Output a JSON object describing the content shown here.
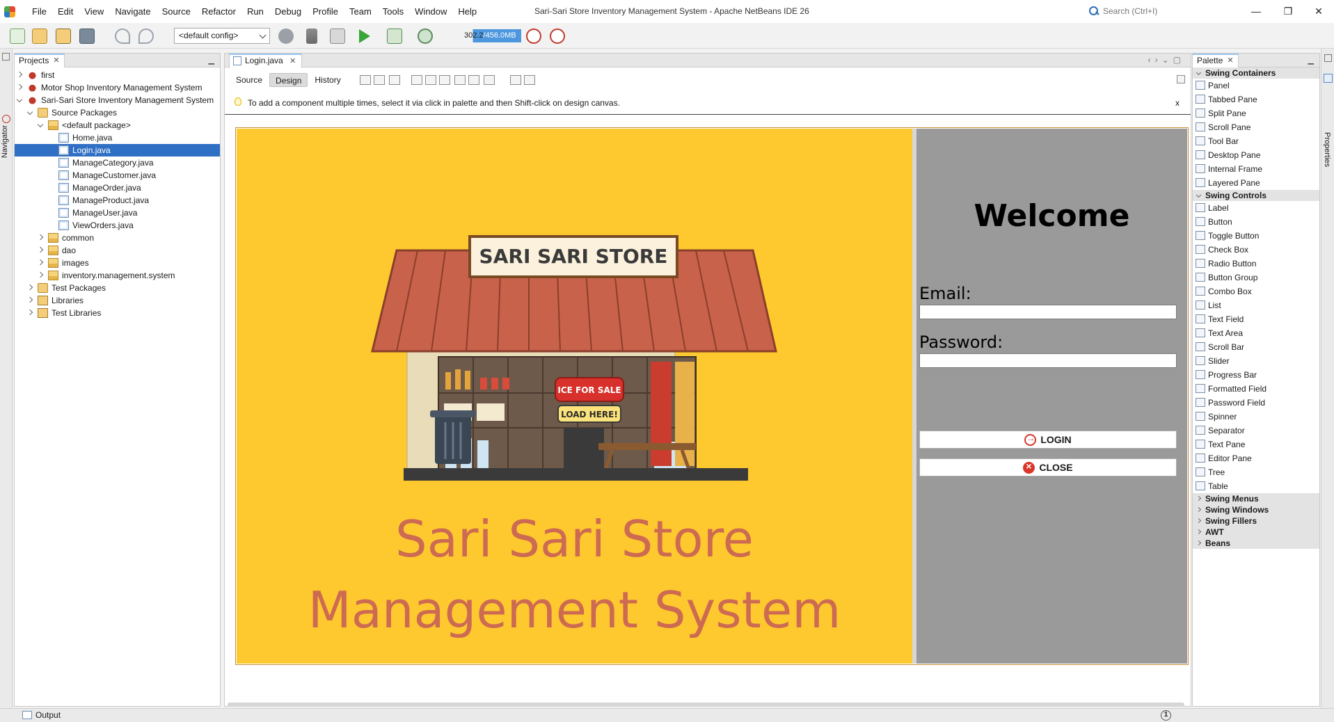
{
  "window": {
    "title": "Sari-Sari Store Inventory Management System - Apache NetBeans IDE 26",
    "search_placeholder": "Search (Ctrl+I)",
    "controls": [
      "—",
      "❐",
      "✕"
    ]
  },
  "menu": [
    "File",
    "Edit",
    "View",
    "Navigate",
    "Source",
    "Refactor",
    "Run",
    "Debug",
    "Profile",
    "Team",
    "Tools",
    "Window",
    "Help"
  ],
  "toolbar": {
    "config": "<default config>",
    "memory_used": "302.2",
    "memory_total": "/456.0MB"
  },
  "side_tabs": {
    "navigator": "Navigator",
    "properties": "Properties"
  },
  "projects": {
    "tab_label": "Projects",
    "tree": [
      {
        "label": "first",
        "level": 0,
        "icon": "project-icon",
        "expand": "closed"
      },
      {
        "label": "Motor Shop Inventory Management System",
        "level": 0,
        "icon": "project-icon",
        "expand": "closed"
      },
      {
        "label": "Sari-Sari Store Inventory Management System",
        "level": 0,
        "icon": "project-icon",
        "expand": "open"
      },
      {
        "label": "Source Packages",
        "level": 1,
        "icon": "source-packages-icon",
        "expand": "open"
      },
      {
        "label": "<default package>",
        "level": 2,
        "icon": "package-icon",
        "expand": "open"
      },
      {
        "label": "Home.java",
        "level": 3,
        "icon": "java-file-icon",
        "expand": "none"
      },
      {
        "label": "Login.java",
        "level": 3,
        "icon": "java-file-icon",
        "expand": "none",
        "selected": true
      },
      {
        "label": "ManageCategory.java",
        "level": 3,
        "icon": "java-file-icon",
        "expand": "none"
      },
      {
        "label": "ManageCustomer.java",
        "level": 3,
        "icon": "java-file-icon",
        "expand": "none"
      },
      {
        "label": "ManageOrder.java",
        "level": 3,
        "icon": "java-file-icon",
        "expand": "none"
      },
      {
        "label": "ManageProduct.java",
        "level": 3,
        "icon": "java-file-icon",
        "expand": "none"
      },
      {
        "label": "ManageUser.java",
        "level": 3,
        "icon": "java-file-icon",
        "expand": "none"
      },
      {
        "label": "ViewOrders.java",
        "level": 3,
        "icon": "java-file-icon",
        "expand": "none"
      },
      {
        "label": "common",
        "level": 2,
        "icon": "package-icon",
        "expand": "closed"
      },
      {
        "label": "dao",
        "level": 2,
        "icon": "package-icon",
        "expand": "closed"
      },
      {
        "label": "images",
        "level": 2,
        "icon": "package-icon",
        "expand": "closed"
      },
      {
        "label": "inventory.management.system",
        "level": 2,
        "icon": "package-icon",
        "expand": "closed"
      },
      {
        "label": "Test Packages",
        "level": 1,
        "icon": "source-packages-icon",
        "expand": "closed"
      },
      {
        "label": "Libraries",
        "level": 1,
        "icon": "library-icon",
        "expand": "closed"
      },
      {
        "label": "Test Libraries",
        "level": 1,
        "icon": "library-icon",
        "expand": "closed"
      }
    ]
  },
  "editor": {
    "file_tab": "Login.java",
    "view_tabs": [
      "Source",
      "Design",
      "History"
    ],
    "active_view": "Design",
    "hint": "To add a component multiple times, select it via click in palette and then Shift-click on design canvas.",
    "hint_close": "x"
  },
  "form": {
    "sign_text": "SARI SARI STORE",
    "ice_sign": "ICE FOR SALE",
    "load_sign": "LOAD HERE!",
    "title_line1": "Sari Sari Store",
    "title_line2": "Management System",
    "welcome": "Welcome",
    "email_label": "Email:",
    "email_value": "",
    "password_label": "Password:",
    "password_value": "",
    "login_button": "LOGIN",
    "close_button": "CLOSE",
    "colors": {
      "left_bg": "#fec92e",
      "right_bg": "#9a9a9a",
      "title_color": "#cd6a52"
    }
  },
  "palette": {
    "tab_label": "Palette",
    "categories": [
      {
        "name": "Swing Containers",
        "open": true,
        "items": [
          "Panel",
          "Tabbed Pane",
          "Split Pane",
          "Scroll Pane",
          "Tool Bar",
          "Desktop Pane",
          "Internal Frame",
          "Layered Pane"
        ]
      },
      {
        "name": "Swing Controls",
        "open": true,
        "items": [
          "Label",
          "Button",
          "Toggle Button",
          "Check Box",
          "Radio Button",
          "Button Group",
          "Combo Box",
          "List",
          "Text Field",
          "Text Area",
          "Scroll Bar",
          "Slider",
          "Progress Bar",
          "Formatted Field",
          "Password Field",
          "Spinner",
          "Separator",
          "Text Pane",
          "Editor Pane",
          "Tree",
          "Table"
        ]
      },
      {
        "name": "Swing Menus",
        "open": false,
        "items": []
      },
      {
        "name": "Swing Windows",
        "open": false,
        "items": []
      },
      {
        "name": "Swing Fillers",
        "open": false,
        "items": []
      },
      {
        "name": "AWT",
        "open": false,
        "items": []
      },
      {
        "name": "Beans",
        "open": false,
        "items": []
      }
    ]
  },
  "statusbar": {
    "output_tab": "Output",
    "notification_count": "1"
  }
}
